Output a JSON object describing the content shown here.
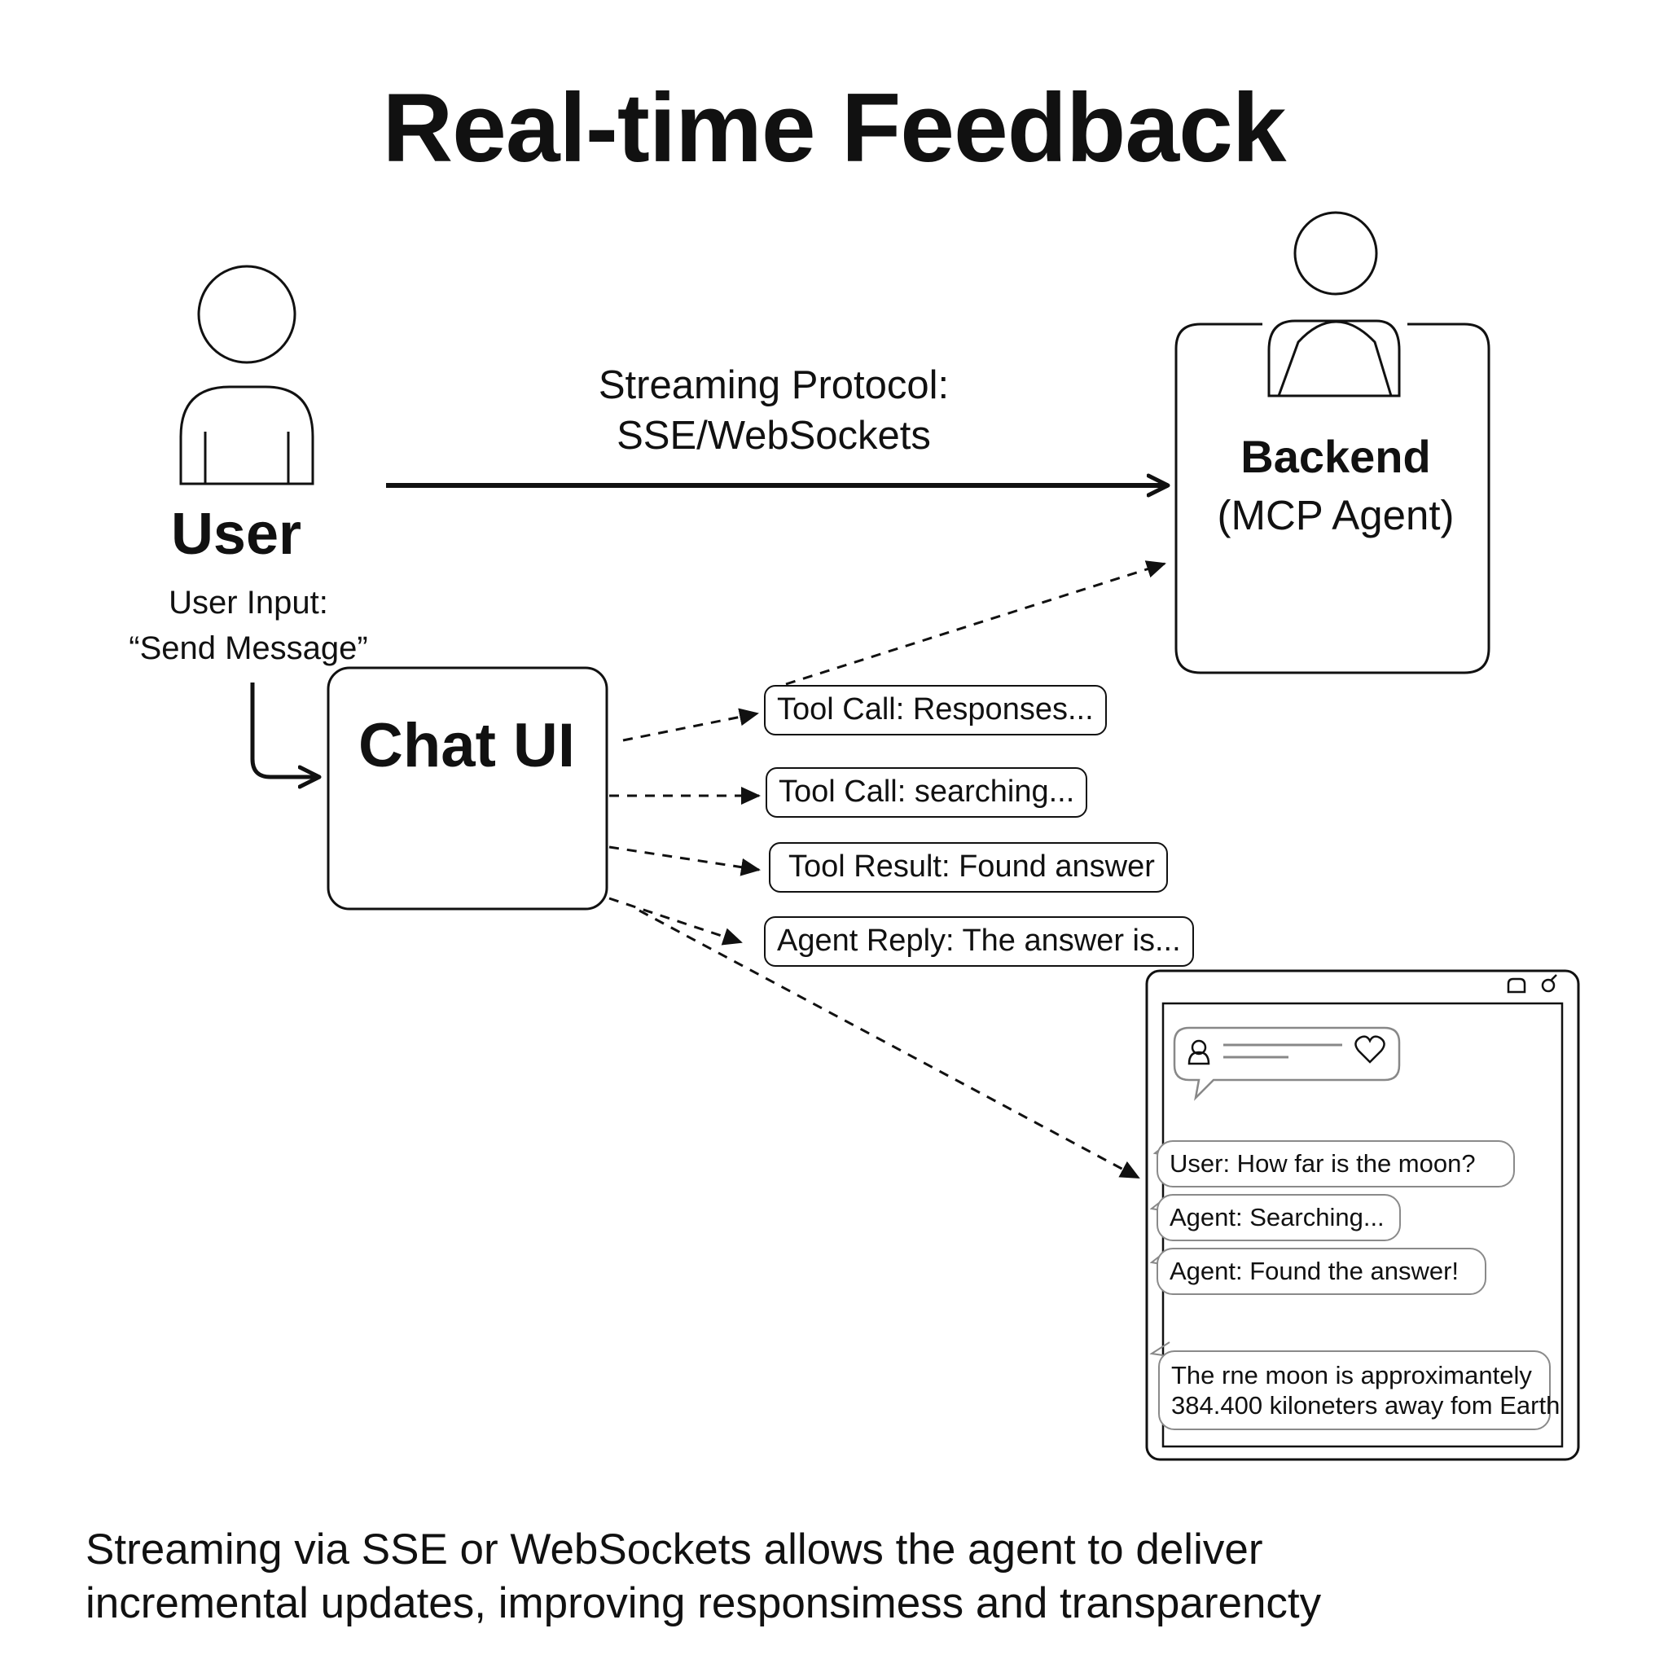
{
  "title": "Real-time Feedback",
  "user": {
    "label": "User",
    "input_line1": "User Input:",
    "input_line2": "“Send Message”"
  },
  "protocol": {
    "line1": "Streaming Protocol:",
    "line2": "SSE/WebSockets"
  },
  "backend": {
    "title": "Backend",
    "subtitle": "(MCP Agent)"
  },
  "chat_ui": {
    "label": "Chat UI"
  },
  "events": [
    "Tool Call: Responses...",
    "Tool Call: searching...",
    "Tool Result: Found answer",
    "Agent Reply: The answer is..."
  ],
  "chat_window": {
    "messages": [
      "User: How far is the moon?",
      "Agent: Searching...",
      "Agent: Found the answer!"
    ],
    "final_line1": "The rne moon is approximantely",
    "final_line2": "384.400 kiloneters away fom Earth"
  },
  "caption": {
    "line1": "Streaming via SSE or WebSockets allows the agent to deliver",
    "line2": "incremental updates, improving responsimess and transparencty"
  }
}
